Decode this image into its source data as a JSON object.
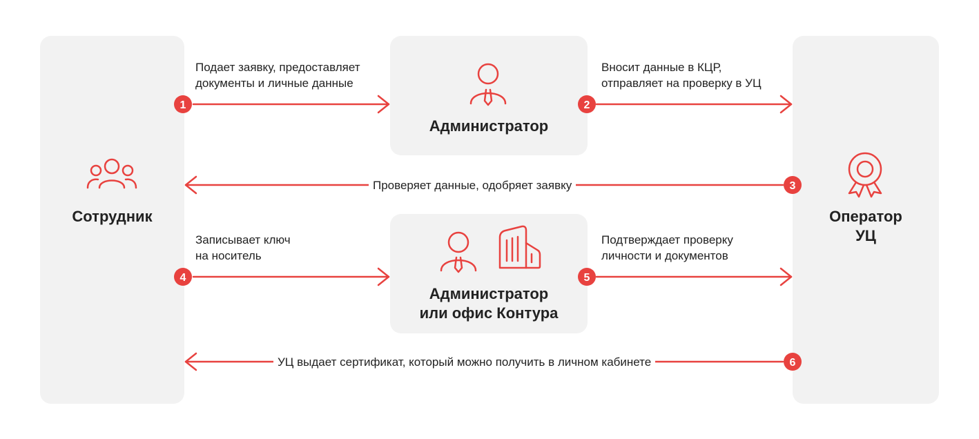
{
  "colors": {
    "accent": "#e8423f",
    "box_bg": "#f2f2f2",
    "text": "#222222"
  },
  "nodes": {
    "employee": {
      "label": "Сотрудник",
      "icon": "group-icon"
    },
    "admin": {
      "label": "Администратор",
      "icon": "person-tie-icon"
    },
    "office": {
      "label_line1": "Администратор",
      "label_line2": "или офис Контура",
      "icons": [
        "person-tie-icon",
        "office-building-icon"
      ]
    },
    "operator": {
      "label_line1": "Оператор",
      "label_line2": "УЦ",
      "icon": "certificate-badge-icon"
    }
  },
  "steps": [
    {
      "number": "1",
      "line1": "Подает заявку, предоставляет",
      "line2": "документы и личные данные"
    },
    {
      "number": "2",
      "line1": "Вносит данные в КЦР,",
      "line2": "отправляет на проверку в УЦ"
    },
    {
      "number": "3",
      "text": "Проверяет данные, одобряет заявку"
    },
    {
      "number": "4",
      "line1": "Записывает ключ",
      "line2": "на носитель"
    },
    {
      "number": "5",
      "line1": "Подтверждает проверку",
      "line2": "личности и документов"
    },
    {
      "number": "6",
      "text": "УЦ выдает сертификат, который можно получить в личном кабинете"
    }
  ]
}
